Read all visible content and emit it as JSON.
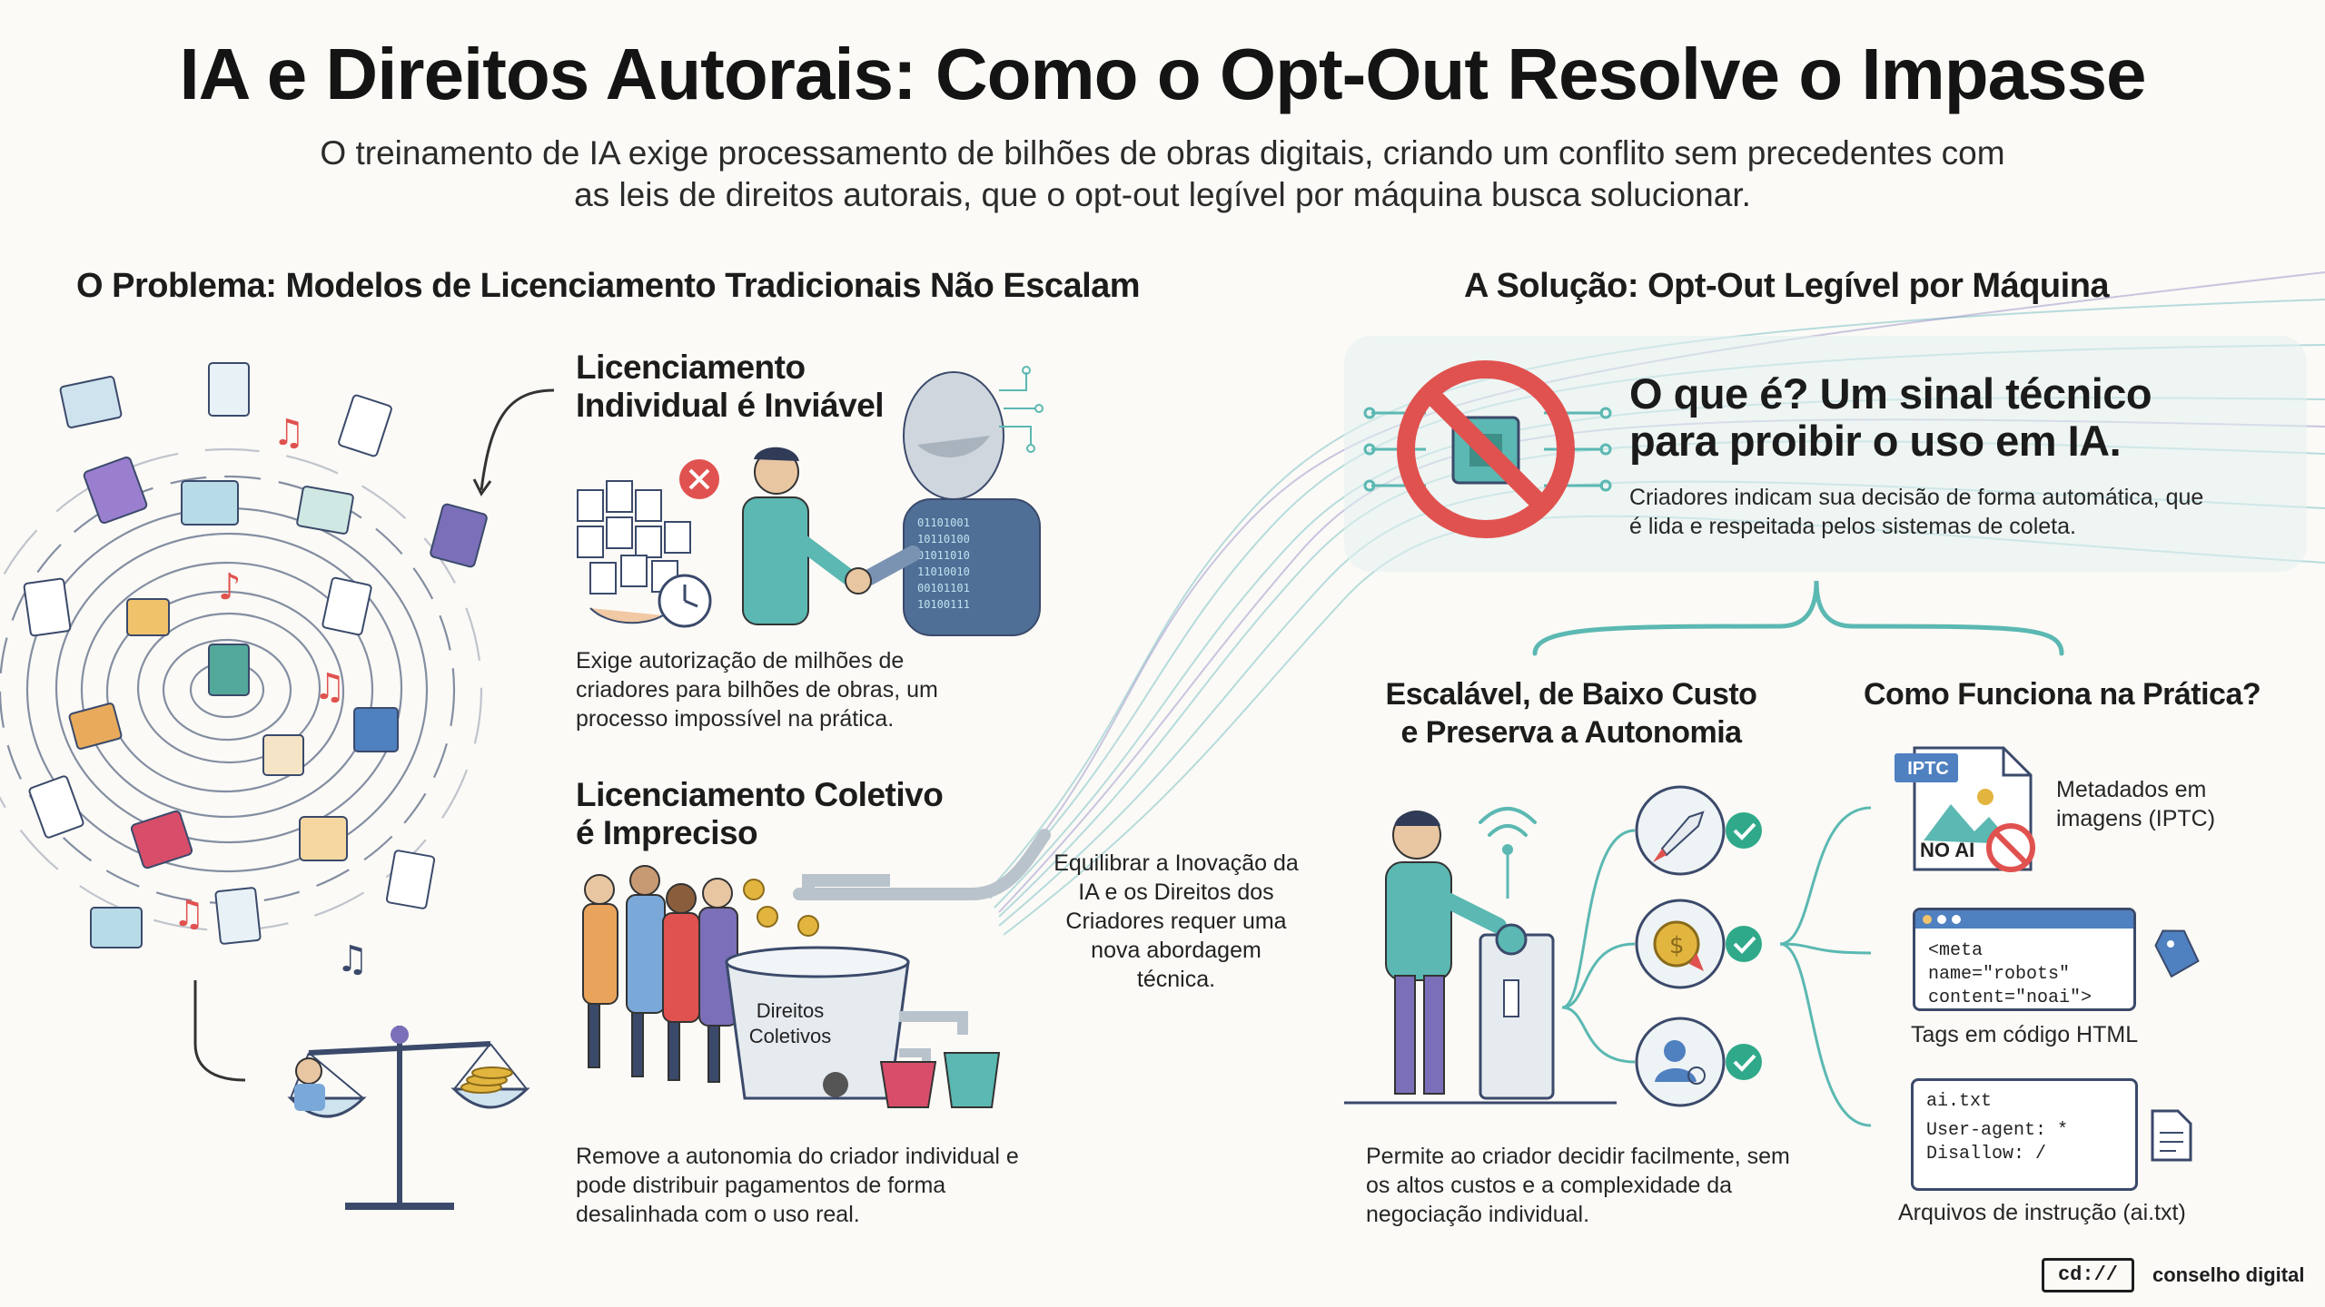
{
  "header": {
    "title": "IA e Direitos Autorais: Como o Opt-Out Resolve o Impasse",
    "subtitle": "O treinamento de IA exige processamento de bilhões de obras digitais, criando um conflito sem precedentes com as leis de direitos autorais, que o opt-out legível por máquina busca solucionar."
  },
  "problem": {
    "heading": "O Problema: Modelos de Licenciamento Tradicionais Não Escalam",
    "individual_title_1": "Licenciamento",
    "individual_title_2": "Individual é Inviável",
    "individual_text": "Exige autorização de milhões de criadores para bilhões de obras, um processo impossível na prática.",
    "collective_title_1": "Licenciamento Coletivo",
    "collective_title_2": "é Impreciso",
    "collective_tank_label": "Direitos Coletivos",
    "collective_text": "Remove a autonomia do criador individual e pode distribuir pagamentos de forma desalinhada com o uso real."
  },
  "bridge": {
    "text": "Equilibrar a Inovação da IA e os Direitos dos Criadores requer uma nova abordagem técnica."
  },
  "solution": {
    "heading": "A Solução: Opt-Out Legível por Máquina",
    "what_title": "O que é? Um sinal técnico para proibir o uso em IA.",
    "what_text": "Criadores indicam sua decisão de forma automática, que é lida e respeitada pelos sistemas de coleta.",
    "scalable_title_1": "Escalável, de Baixo Custo",
    "scalable_title_2": "e Preserva a Autonomia",
    "scalable_text": "Permite ao criador decidir facilmente, sem os altos custos e a complexidade da negociação individual.",
    "practice_title": "Como Funciona na Prática?",
    "iptc_badge": "IPTC",
    "noai_label": "NO AI",
    "iptc_text": "Metadados em imagens (IPTC)",
    "html_code_1": "<meta name=\"robots\"",
    "html_code_2": "content=\"noai\">",
    "html_text": "Tags em código HTML",
    "aitxt_code_1": "ai.txt",
    "aitxt_code_2": "User-agent: *",
    "aitxt_code_3": "Disallow: /",
    "aitxt_text": "Arquivos de instrução (ai.txt)"
  },
  "footer": {
    "logo_text": "cd://",
    "brand": "conselho digital"
  },
  "colors": {
    "teal": "#5bb8b2",
    "purple": "#7a6fb8",
    "red": "#e0524f",
    "check": "#2fa98a",
    "navy": "#3b4a6b"
  }
}
